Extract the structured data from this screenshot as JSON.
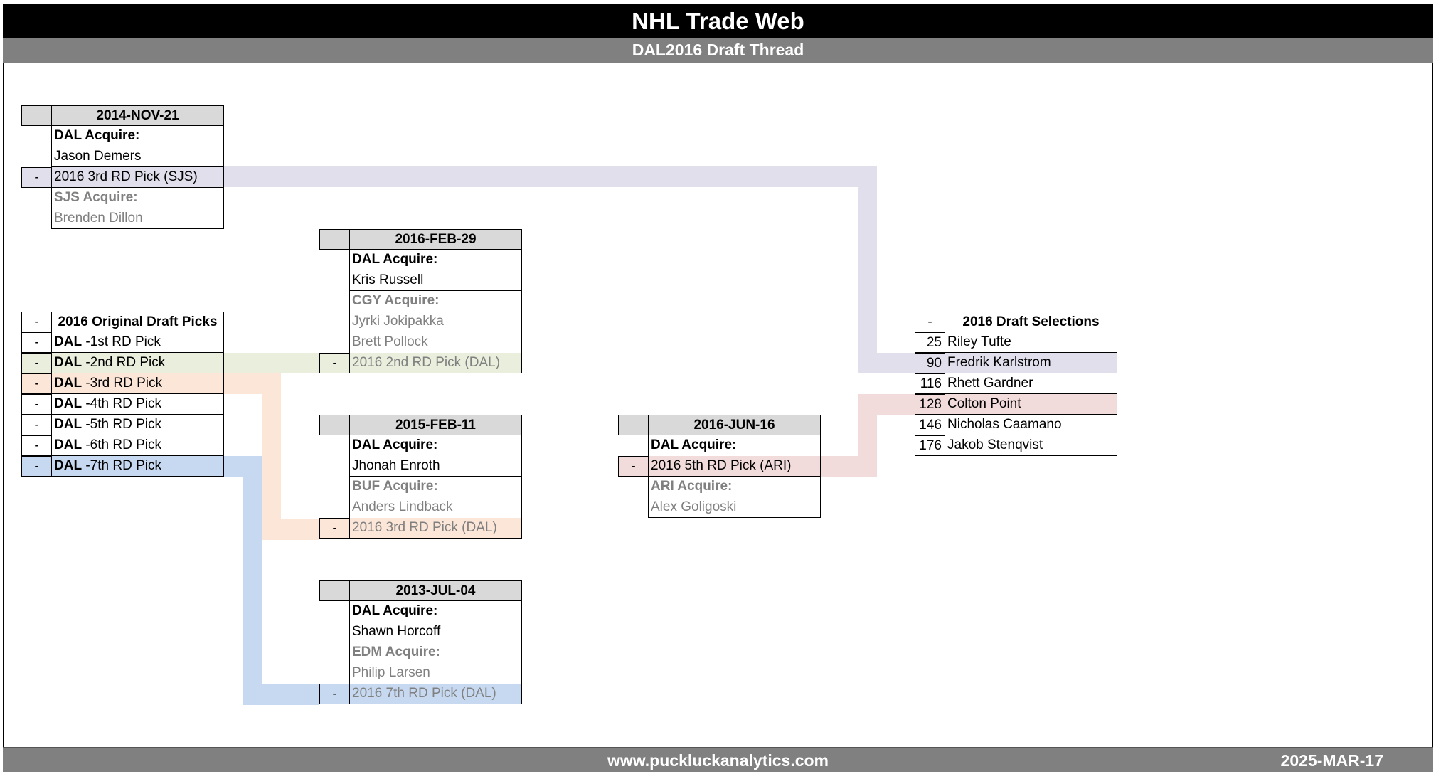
{
  "header": {
    "title": "NHL Trade Web",
    "subtitle": "DAL2016 Draft Thread"
  },
  "footer": {
    "url": "www.puckluckanalytics.com",
    "date": "2025-MAR-17"
  },
  "colors": {
    "purple": "#e1dfec",
    "green": "#e9eedd",
    "orange": "#fce6d7",
    "blue": "#c6d9f0",
    "pink": "#f1dcdb",
    "header_gray": "#d9d9d9"
  },
  "boxes": [
    {
      "id": "trade-2014-nov-21",
      "header": {
        "num": "",
        "text": "2014-NOV-21"
      },
      "sections": [
        [
          {
            "num": "",
            "text": "DAL Acquire:",
            "style": "bold"
          },
          {
            "num": "",
            "text": "Jason Demers",
            "style": "normal"
          }
        ],
        [
          {
            "num": "-",
            "text": "2016 3rd RD Pick (SJS)",
            "style": "normal",
            "hl": "purple"
          }
        ],
        [
          {
            "num": "",
            "text": "SJS Acquire:",
            "style": "muted-bold"
          },
          {
            "num": "",
            "text": "Brenden Dillon",
            "style": "muted"
          }
        ]
      ]
    },
    {
      "id": "original-draft-picks",
      "header": {
        "num": "-",
        "text": "2016 Original Draft Picks",
        "white": true
      },
      "sections": [
        [
          {
            "num": "-",
            "prefix": "DAL",
            "text": " -1st RD Pick",
            "style": "normal"
          }
        ],
        [
          {
            "num": "-",
            "prefix": "DAL",
            "text": " -2nd RD Pick",
            "style": "normal",
            "hl": "green"
          }
        ],
        [
          {
            "num": "-",
            "prefix": "DAL",
            "text": " -3rd RD Pick",
            "style": "normal",
            "hl": "orange"
          }
        ],
        [
          {
            "num": "-",
            "prefix": "DAL",
            "text": " -4th RD Pick",
            "style": "normal"
          }
        ],
        [
          {
            "num": "-",
            "prefix": "DAL",
            "text": " -5th RD Pick",
            "style": "normal"
          }
        ],
        [
          {
            "num": "-",
            "prefix": "DAL",
            "text": " -6th RD Pick",
            "style": "normal"
          }
        ],
        [
          {
            "num": "-",
            "prefix": "DAL",
            "text": " -7th RD Pick",
            "style": "normal",
            "hl": "blue"
          }
        ]
      ]
    },
    {
      "id": "trade-2016-feb-29",
      "header": {
        "num": "",
        "text": "2016-FEB-29"
      },
      "sections": [
        [
          {
            "num": "",
            "text": "DAL Acquire:",
            "style": "bold"
          },
          {
            "num": "",
            "text": "Kris Russell",
            "style": "normal"
          }
        ],
        [
          {
            "num": "",
            "text": "CGY Acquire:",
            "style": "muted-bold"
          },
          {
            "num": "",
            "text": "Jyrki Jokipakka",
            "style": "muted"
          },
          {
            "num": "",
            "text": "Brett Pollock",
            "style": "muted"
          },
          {
            "num": "-",
            "text": "2016 2nd RD Pick (DAL)",
            "style": "muted",
            "hl": "green"
          }
        ]
      ]
    },
    {
      "id": "trade-2015-feb-11",
      "header": {
        "num": "",
        "text": "2015-FEB-11"
      },
      "sections": [
        [
          {
            "num": "",
            "text": "DAL Acquire:",
            "style": "bold"
          },
          {
            "num": "",
            "text": "Jhonah Enroth",
            "style": "normal"
          }
        ],
        [
          {
            "num": "",
            "text": "BUF Acquire:",
            "style": "muted-bold"
          },
          {
            "num": "",
            "text": "Anders Lindback",
            "style": "muted"
          },
          {
            "num": "-",
            "text": "2016 3rd RD Pick (DAL)",
            "style": "muted",
            "hl": "orange"
          }
        ]
      ]
    },
    {
      "id": "trade-2013-jul-04",
      "header": {
        "num": "",
        "text": "2013-JUL-04"
      },
      "sections": [
        [
          {
            "num": "",
            "text": "DAL Acquire:",
            "style": "bold"
          },
          {
            "num": "",
            "text": "Shawn Horcoff",
            "style": "normal"
          }
        ],
        [
          {
            "num": "",
            "text": "EDM Acquire:",
            "style": "muted-bold"
          },
          {
            "num": "",
            "text": "Philip Larsen",
            "style": "muted"
          },
          {
            "num": "-",
            "text": "2016 7th RD Pick (DAL)",
            "style": "muted",
            "hl": "blue"
          }
        ]
      ]
    },
    {
      "id": "trade-2016-jun-16",
      "header": {
        "num": "",
        "text": "2016-JUN-16"
      },
      "sections": [
        [
          {
            "num": "",
            "text": "DAL Acquire:",
            "style": "bold"
          },
          {
            "num": "-",
            "text": "2016 5th RD Pick (ARI)",
            "style": "normal",
            "hl": "pink"
          }
        ],
        [
          {
            "num": "",
            "text": "ARI Acquire:",
            "style": "muted-bold"
          },
          {
            "num": "",
            "text": "Alex Goligoski",
            "style": "muted"
          }
        ]
      ]
    },
    {
      "id": "draft-selections",
      "header": {
        "num": "-",
        "text": "2016 Draft Selections",
        "white": true
      },
      "numRight": true,
      "sections": [
        [
          {
            "num": "25",
            "text": "Riley Tufte",
            "style": "normal"
          }
        ],
        [
          {
            "num": "90",
            "text": "Fredrik Karlstrom",
            "style": "normal",
            "hl": "purple"
          }
        ],
        [
          {
            "num": "116",
            "text": "Rhett Gardner",
            "style": "normal"
          }
        ],
        [
          {
            "num": "128",
            "text": "Colton Point",
            "style": "normal",
            "hl": "pink"
          }
        ],
        [
          {
            "num": "146",
            "text": "Nicholas Caamano",
            "style": "normal"
          }
        ],
        [
          {
            "num": "176",
            "text": "Jakob Stenqvist",
            "style": "normal"
          }
        ]
      ]
    }
  ]
}
